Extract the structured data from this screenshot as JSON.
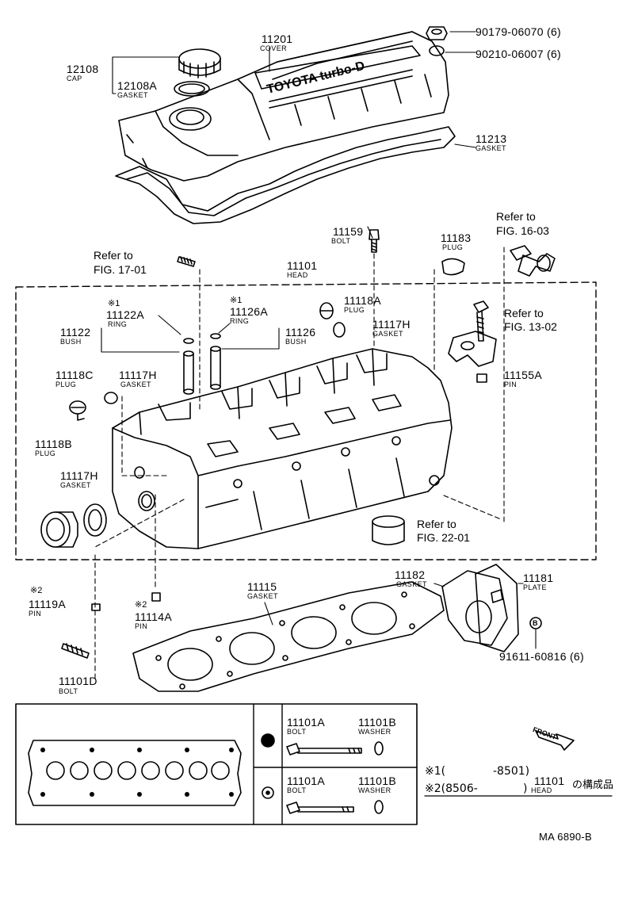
{
  "parts": {
    "p90179": "90179-06070 (6)",
    "p90210": "90210-06007 (6)",
    "p11201": "11201",
    "p11201_name": "COVER",
    "p12108": "12108",
    "p12108_name": "CAP",
    "p12108A": "12108A",
    "p12108A_name": "GASKET",
    "p11213": "11213",
    "p11213_name": "GASKET",
    "cover_logo": "TOYOTA turbo-D",
    "p11159": "11159",
    "p11159_name": "BOLT",
    "p11183": "11183",
    "p11183_name": "PLUG",
    "p11101": "11101",
    "p11101_name": "HEAD",
    "p11122A": "11122A",
    "p11122A_name": "RING",
    "p11126A": "11126A",
    "p11126A_name": "RING",
    "p11122": "11122",
    "p11122_name": "BUSH",
    "p11126": "11126",
    "p11126_name": "BUSH",
    "p11118A": "11118A",
    "p11118A_name": "PLUG",
    "p11117H_a": "11117H",
    "p11117H_a_name": "GASKET",
    "p11118C": "11118C",
    "p11118C_name": "PLUG",
    "p11117H_b": "11117H",
    "p11117H_b_name": "GASKET",
    "p11118B": "11118B",
    "p11118B_name": "PLUG",
    "p11117H_c": "11117H",
    "p11117H_c_name": "GASKET",
    "p11155A": "11155A",
    "p11155A_name": "PIN",
    "p11119A": "11119A",
    "p11119A_name": "PIN",
    "p11114A": "11114A",
    "p11114A_name": "PIN",
    "p11115": "11115",
    "p11115_name": "GASKET",
    "p11182": "11182",
    "p11182_name": "GASKET",
    "p11181": "11181",
    "p11181_name": "PLATE",
    "p91611": "91611-60816 (6)",
    "p11101D": "11101D",
    "p11101D_name": "BOLT",
    "mark1": "※1",
    "mark2": "※2",
    "circle_b": "B"
  },
  "refs": {
    "fig17_a": "Refer to",
    "fig17_b": "FIG. 17-01",
    "fig16_a": "Refer to",
    "fig16_b": "FIG. 16-03",
    "fig13_a": "Refer to",
    "fig13_b": "FIG. 13-02",
    "fig22_a": "Refer to",
    "fig22_b": "FIG. 22-01"
  },
  "table": {
    "row1_bolt": "11101A",
    "row1_bolt_name": "BOLT",
    "row1_washer": "11101B",
    "row1_washer_name": "WASHER",
    "row2_bolt": "11101A",
    "row2_bolt_name": "BOLT",
    "row2_washer": "11101B",
    "row2_washer_name": "WASHER"
  },
  "notes": {
    "front": "FRONT",
    "line1_mark": "※1(",
    "line1_range": "-8501)",
    "line2": "※2(8506-",
    "line2_close": ")",
    "part": "11101",
    "part_name": "HEAD",
    "suffix": "の構成品"
  },
  "code": "MA 6890-B"
}
